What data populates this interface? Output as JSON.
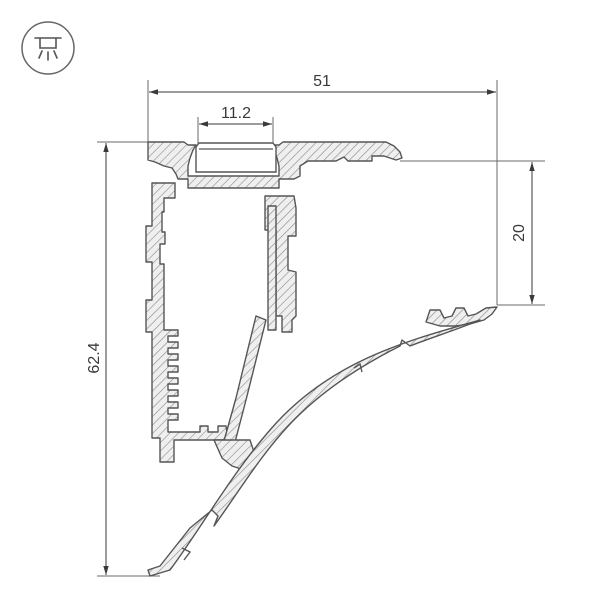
{
  "mount_icon": {
    "name": "ceiling-light-icon"
  },
  "dimensions": {
    "overall_width": "51",
    "channel_width": "11.2",
    "step_height": "20",
    "overall_height": "62.4"
  }
}
